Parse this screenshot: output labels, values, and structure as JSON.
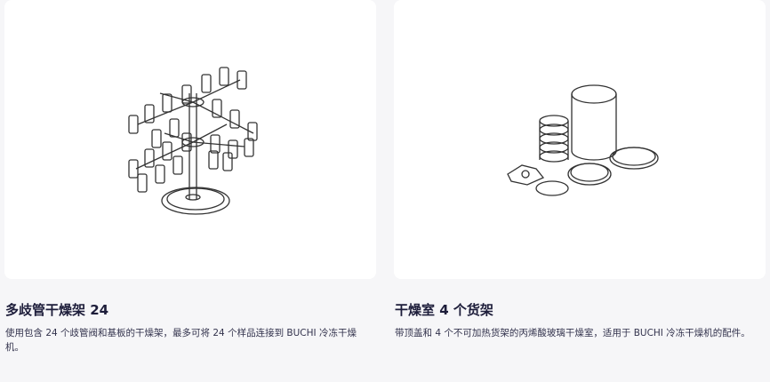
{
  "products": [
    {
      "image_icon": "manifold-drying-rack-illustration",
      "title": "多歧管干燥架 24",
      "description": "使用包含 24 个歧管阀和基板的干燥架，最多可将 24 个样品连接到 BUCHI 冷冻干燥机。"
    },
    {
      "image_icon": "drying-chamber-illustration",
      "title": "干燥室 4 个货架",
      "description": "带顶盖和 4 个不可加热货架的丙烯酸玻璃干燥室，适用于 BUCHI 冷冻干燥机的配件。"
    }
  ],
  "colors": {
    "background": "#f6f6f8",
    "card": "#ffffff",
    "text": "#1d1d3a",
    "line": "#333333"
  }
}
